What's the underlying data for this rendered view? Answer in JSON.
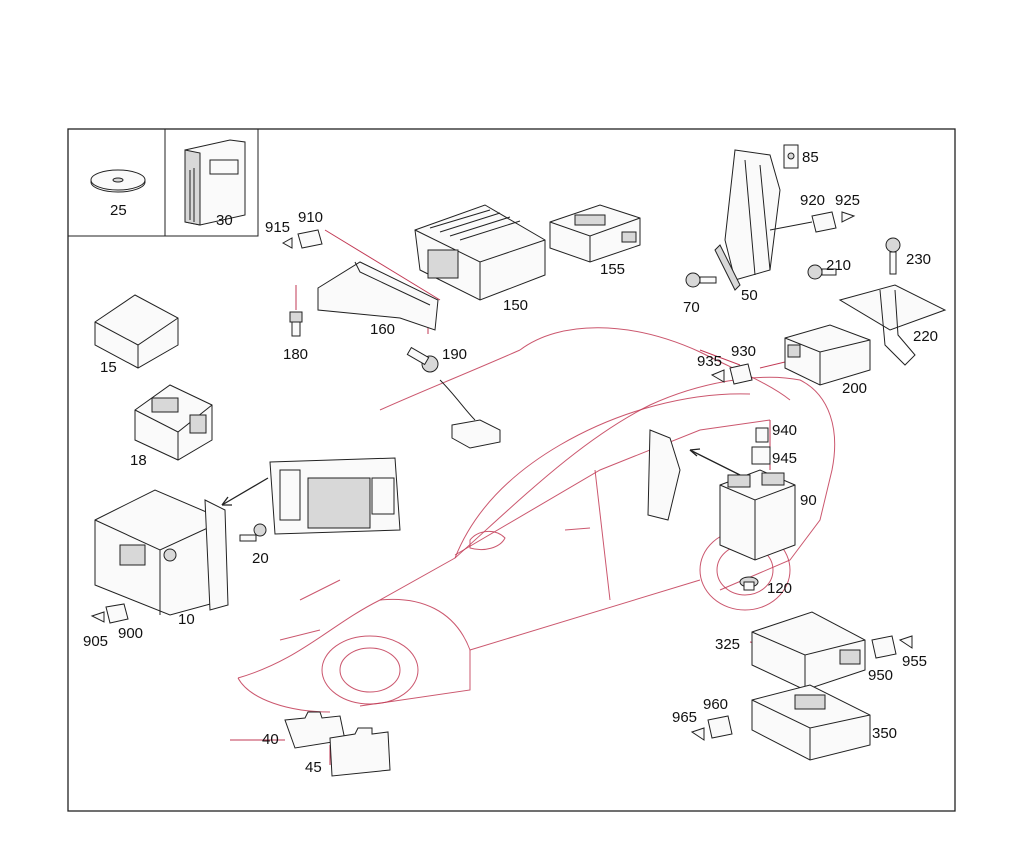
{
  "callouts": {
    "c25": "25",
    "c30": "30",
    "c915": "915",
    "c910": "910",
    "c150": "150",
    "c155": "155",
    "c85": "85",
    "c920": "920",
    "c925": "925",
    "c230": "230",
    "c210": "210",
    "c70": "70",
    "c50": "50",
    "c220": "220",
    "c160": "160",
    "c180": "180",
    "c190": "190",
    "c935": "935",
    "c930": "930",
    "c200": "200",
    "c15": "15",
    "c18": "18",
    "c940": "940",
    "c945": "945",
    "c90": "90",
    "c20": "20",
    "c120": "120",
    "c10": "10",
    "c905": "905",
    "c900": "900",
    "c325": "325",
    "c950": "950",
    "c955": "955",
    "c965": "965",
    "c960": "960",
    "c350": "350",
    "c40": "40",
    "c45": "45"
  },
  "colors": {
    "car_outline": "#c23a55",
    "line": "#222222",
    "frame": "#222222"
  }
}
